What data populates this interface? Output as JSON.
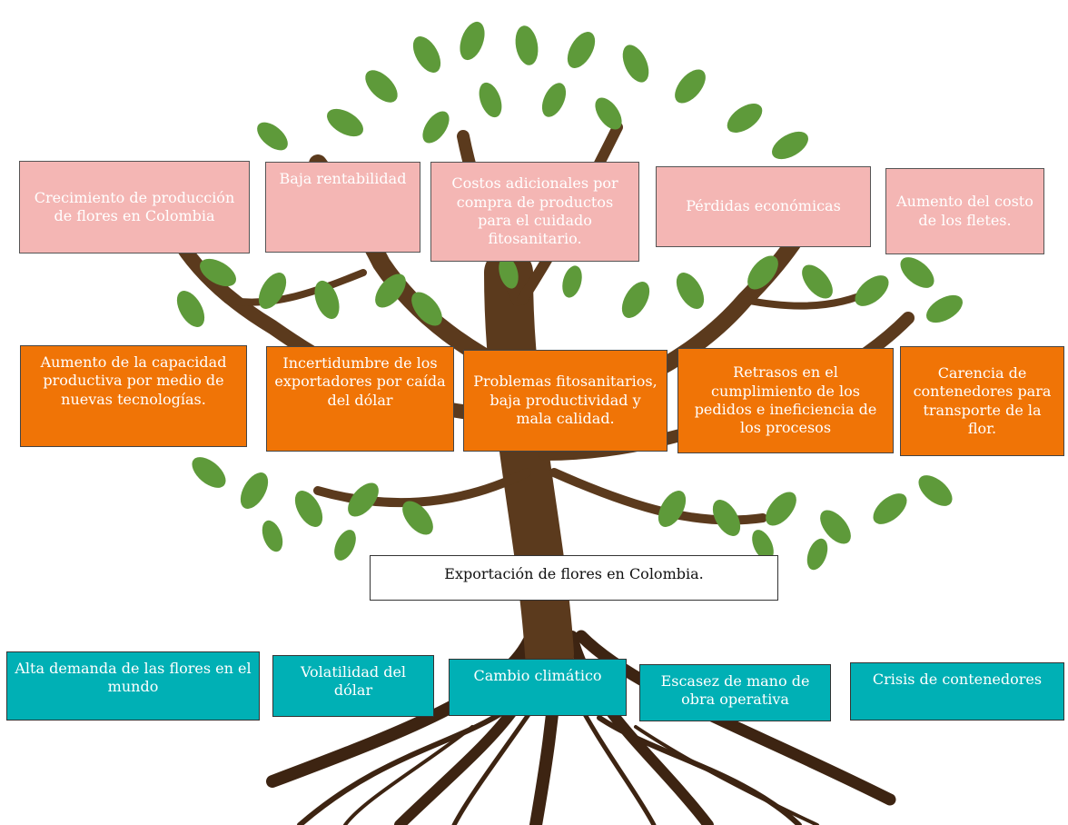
{
  "colors": {
    "effect_fill": "#f4b6b4",
    "cause_fill": "#f07406",
    "root_fill": "#00b0b5",
    "problem_fill": "#ffffff",
    "leaf": "#5e9a3a",
    "trunk": "#5b3a1d",
    "roots": "#3d2412"
  },
  "effects": [
    "Crecimiento de producción de flores en Colombia",
    "Baja rentabilidad",
    "Costos adicionales por compra de productos para el cuidado fitosanitario.",
    "Pérdidas económicas",
    "Aumento del costo de los fletes."
  ],
  "causes": [
    "Aumento de la capacidad productiva por medio de nuevas tecnologías.",
    "Incertidumbre de los exportadores por caída del dólar",
    "Problemas fitosanitarios, baja productividad y mala calidad.",
    "Retrasos en el cumplimiento de los pedidos e ineficiencia de los procesos",
    "Carencia de contenedores para transporte de la flor."
  ],
  "problem": "Exportación de flores en Colombia.",
  "root_causes": [
    "Alta demanda de las flores en el mundo",
    "Volatilidad del dólar",
    "Cambio climático",
    "Escasez de mano de obra operativa",
    "Crisis de contenedores"
  ]
}
